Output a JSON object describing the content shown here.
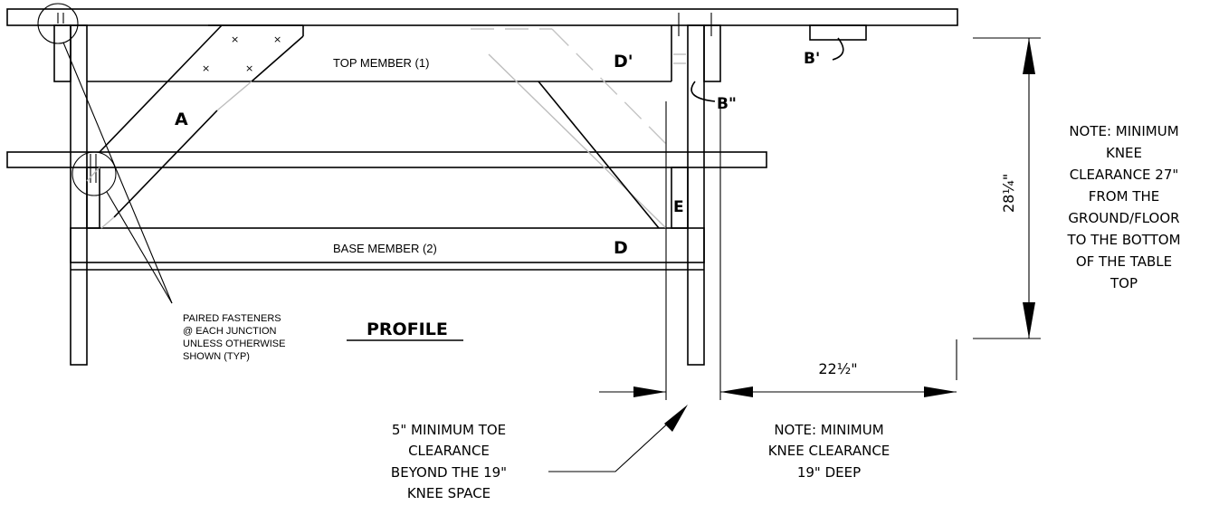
{
  "labels": {
    "top_member": "TOP MEMBER (1)",
    "base_member": "BASE MEMBER (2)",
    "part_a": "A",
    "part_d": "D",
    "part_d_prime": "D'",
    "part_e": "E",
    "part_b_prime": "B'",
    "part_b_double_prime": "B\"",
    "view_title": "PROFILE"
  },
  "fastener_note": [
    "PAIRED FASTENERS",
    "@ EACH JUNCTION",
    "UNLESS OTHERWISE",
    "SHOWN (TYP)"
  ],
  "dimensions": {
    "height": "28¼\"",
    "depth": "22½\""
  },
  "knee_height_note": [
    "NOTE: MINIMUM",
    "KNEE",
    "CLEARANCE 27\"",
    "FROM THE",
    "GROUND/FLOOR",
    "TO THE BOTTOM",
    "OF THE TABLE",
    "TOP"
  ],
  "toe_note": [
    "5\" MINIMUM TOE",
    "CLEARANCE",
    "BEYOND THE 19\"",
    "KNEE SPACE"
  ],
  "knee_depth_note": [
    "NOTE: MINIMUM",
    "KNEE CLEARANCE",
    "19\" DEEP"
  ]
}
